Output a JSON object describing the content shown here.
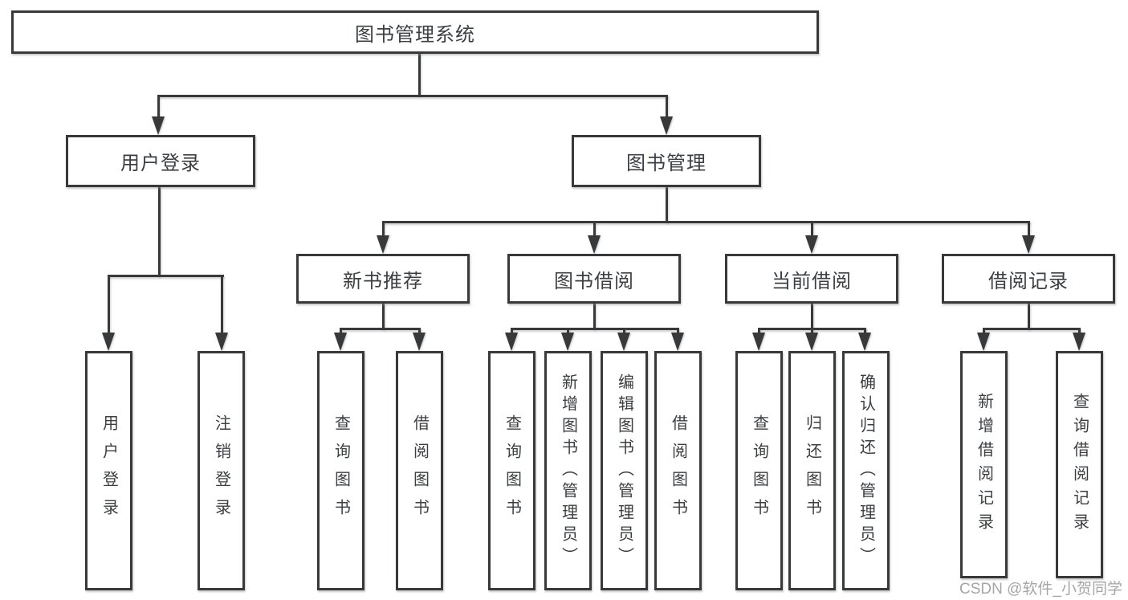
{
  "diagram_title": "图书管理系统",
  "tree": {
    "root": {
      "label": "图书管理系统"
    },
    "branches": [
      {
        "label": "用户登录",
        "children": [
          "用户登录",
          "注销登录"
        ]
      },
      {
        "label": "图书管理",
        "children": [
          {
            "label": "新书推荐",
            "children": [
              "查询图书",
              "借阅图书"
            ]
          },
          {
            "label": "图书借阅",
            "children": [
              "查询图书",
              "新增图书（管理员）",
              "编辑图书（管理员）",
              "借阅图书"
            ]
          },
          {
            "label": "当前借阅",
            "children": [
              "查询图书",
              "归还图书",
              "确认归还（管理员）"
            ]
          },
          {
            "label": "借阅记录",
            "children": [
              "新增借阅记录",
              "查询借阅记录"
            ]
          }
        ]
      }
    ]
  },
  "watermark": "CSDN @软件_小贺同学",
  "colors": {
    "line": "#38393b",
    "text": "#3c3f42",
    "watermark": "#a6a6a6",
    "background": "#ffffff"
  }
}
